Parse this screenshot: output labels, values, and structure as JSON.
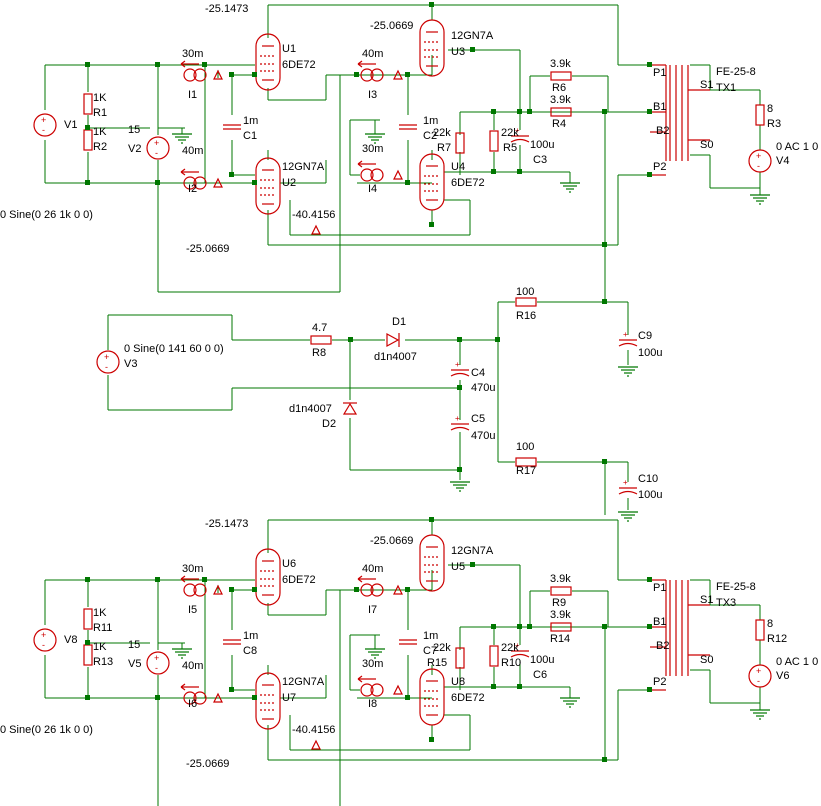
{
  "labels": {
    "u1": "U1",
    "u1_type": "6DE72",
    "u3": "U3",
    "u3_type": "12GN7A",
    "u2": "U2",
    "u2_type": "12GN7A",
    "u4": "U4",
    "u4_type": "6DE72",
    "u6": "U6",
    "u6_type": "6DE72",
    "u5": "U5",
    "u5_type": "12GN7A",
    "u7": "U7",
    "u7_type": "12GN7A",
    "u8": "U8",
    "u8_type": "6DE72",
    "v1": "V1",
    "v1_src": "0 Sine(0 26 1k 0 0)",
    "v2": "V2",
    "v2_val": "15",
    "v3": "V3",
    "v3_src": "0 Sine(0 141 60 0 0)",
    "v4": "V4",
    "v4_src": "0 AC 1 0",
    "v5": "V5",
    "v5_val": "15",
    "v6": "V6",
    "v6_src": "0 AC 1 0",
    "v8": "V8",
    "v8_src": "0 Sine(0 26 1k 0 0)",
    "r1": "R1",
    "r1_val": "1K",
    "r2": "R2",
    "r2_val": "1K",
    "r3": "R3",
    "r3_val": "8",
    "r4": "R4",
    "r4_val": "3.9k",
    "r5": "R5",
    "r5_val": "22k",
    "r6": "R6",
    "r6_val": "3.9k",
    "r7": "R7",
    "r7_val": "22k",
    "r8": "R8",
    "r8_val": "4.7",
    "r9": "R9",
    "r9_val": "3.9k",
    "r10": "R10",
    "r10_val": "22k",
    "r11": "R11",
    "r11_val": "1K",
    "r12": "R12",
    "r12_val": "8",
    "r13": "R13",
    "r13_val": "1K",
    "r14": "R14",
    "r14_val": "3.9k",
    "r15": "R15",
    "r15_val": "22k",
    "r16": "R16",
    "r16_val": "100",
    "r17": "R17",
    "r17_val": "100",
    "c1": "C1",
    "c1_val": "1m",
    "c2": "C2",
    "c2_val": "1m",
    "c3": "C3",
    "c3_val": "100u",
    "c4": "C4",
    "c4_val": "470u",
    "c5": "C5",
    "c5_val": "470u",
    "c6": "C6",
    "c6_val": "100u",
    "c7": "C7",
    "c7_val": "1m",
    "c8": "C8",
    "c8_val": "1m",
    "c9": "C9",
    "c9_val": "100u",
    "c10": "C10",
    "c10_val": "100u",
    "i1": "I1",
    "i1_val": "30m",
    "i2": "I2",
    "i2_val": "40m",
    "i3": "I3",
    "i3_val": "40m",
    "i4": "I4",
    "i4_val": "30m",
    "i5": "I5",
    "i5_val": "30m",
    "i6": "I6",
    "i6_val": "40m",
    "i7": "I7",
    "i7_val": "40m",
    "i8": "I8",
    "i8_val": "30m",
    "d1": "D1",
    "d1_val": "d1n4007",
    "d2": "D2",
    "d2_val": "d1n4007",
    "tx1": "TX1",
    "tx1_type": "FE-25-8",
    "tx3": "TX3",
    "tx3_type": "FE-25-8",
    "p1": "P1",
    "b1": "B1",
    "b2": "B2",
    "p2": "P2",
    "s1": "S1",
    "s0": "S0",
    "bias_a": "-25.1473",
    "bias_b": "-25.0669",
    "bias_c": "-25.0669",
    "bias_d": "-40.4156"
  },
  "colors": {
    "wire": "#007700",
    "component": "#cc0000",
    "text": "#000000"
  }
}
